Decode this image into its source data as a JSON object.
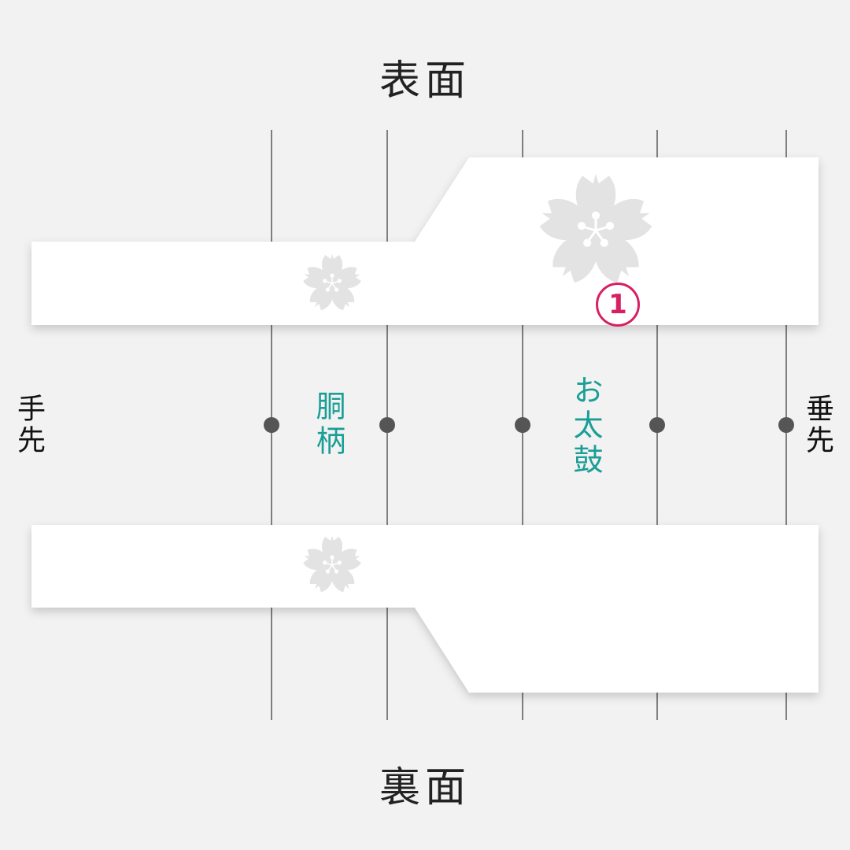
{
  "headings": {
    "front": "表面",
    "back": "裏面"
  },
  "end_labels": {
    "left": "手先",
    "right": "垂先"
  },
  "section_labels": {
    "body_pattern": "胴柄",
    "otaiko": "お太鼓"
  },
  "markers": [
    {
      "number": "1"
    }
  ],
  "colors": {
    "background": "#f2f2f2",
    "obi_fill": "#ffffff",
    "guide_line": "#333333",
    "node": "#555555",
    "label_teal": "#1a9e96",
    "marker_magenta": "#d81f63",
    "sakura": "#e3e3e3"
  },
  "icons": [
    "sakura-icon",
    "guide-node"
  ]
}
